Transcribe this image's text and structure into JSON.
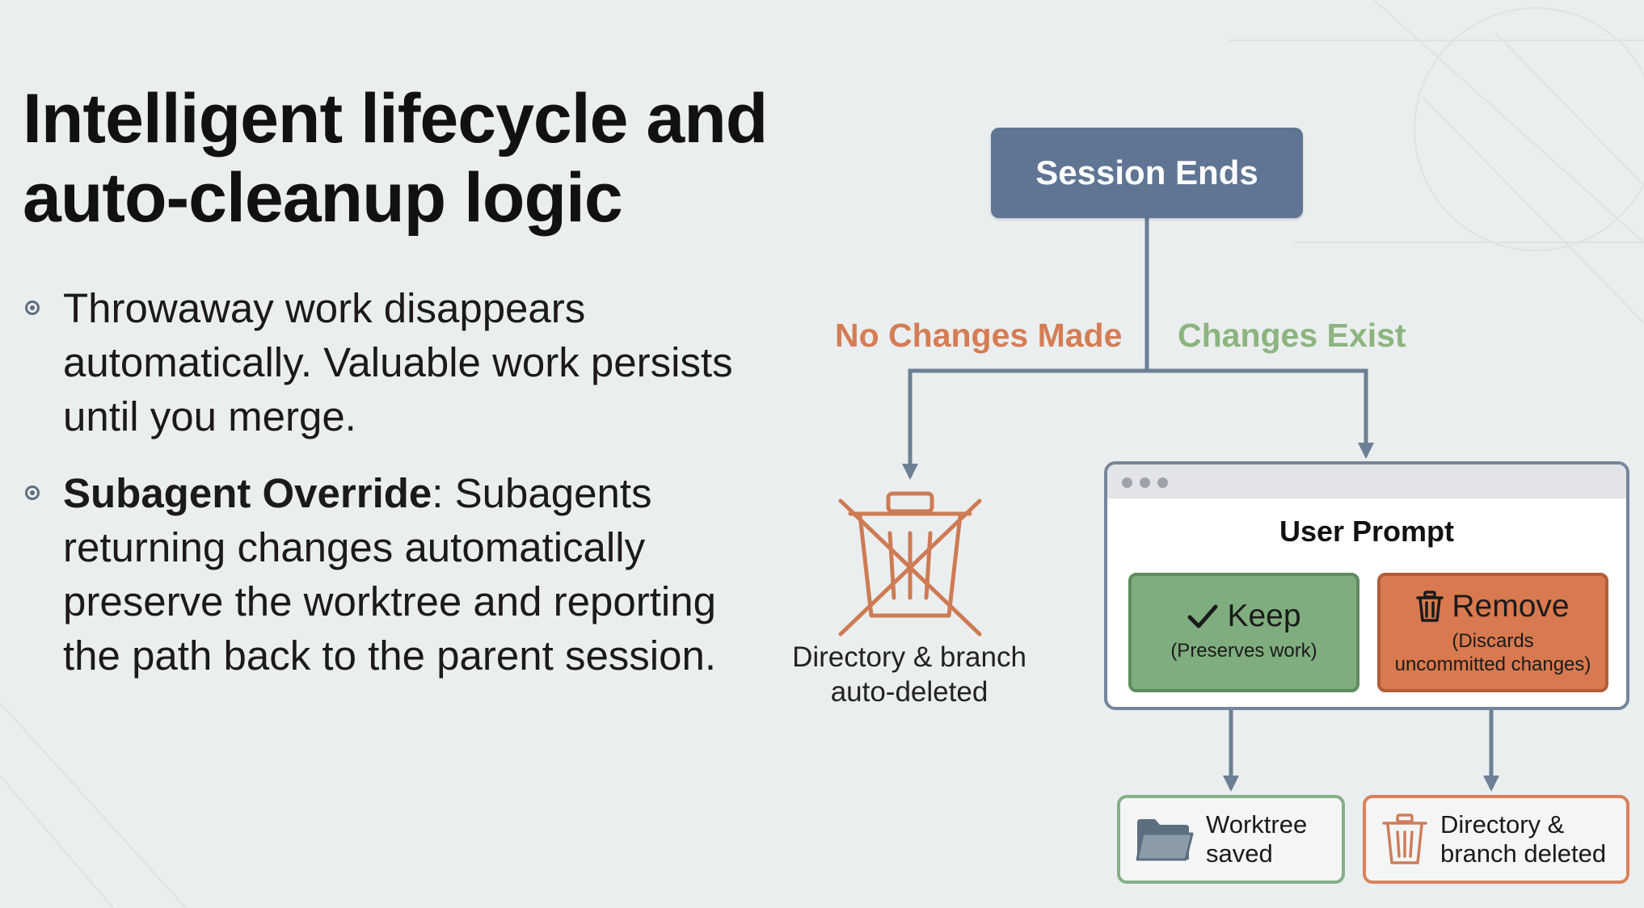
{
  "slide": {
    "title_line1": "Intelligent lifecycle and",
    "title_line2": "auto-cleanup logic",
    "bullets": [
      {
        "text": "Throwaway work disappears automatically. Valuable work persists until you merge."
      },
      {
        "bold": "Subagent Override",
        "text": ": Subagents returning changes automatically preserve the worktree and reporting the path back to the parent session."
      }
    ]
  },
  "flow": {
    "start": "Session Ends",
    "branch_no": "No Changes Made",
    "branch_yes": "Changes Exist",
    "auto_delete_line1": "Directory & branch",
    "auto_delete_line2": "auto-deleted",
    "prompt": {
      "title": "User Prompt",
      "keep_label": "Keep",
      "keep_sub": "(Preserves work)",
      "remove_label": "Remove",
      "remove_sub_line1": "(Discards",
      "remove_sub_line2": "uncommitted changes)"
    },
    "outcome_saved_line1": "Worktree",
    "outcome_saved_line2": "saved",
    "outcome_deleted_line1": "Directory &",
    "outcome_deleted_line2": "branch deleted"
  },
  "icons": {
    "auto_delete": "trash-crossed-icon",
    "keep": "checkmark-icon",
    "remove": "trash-icon",
    "saved": "folder-icon",
    "deleted": "trash-icon"
  },
  "colors": {
    "background": "#ebeeee",
    "session_node": "#5f7593",
    "no_changes": "#d47d55",
    "changes_exist": "#8cb47f",
    "connector": "#6d7f95",
    "keep": "#80ad7f",
    "remove": "#d9794f"
  }
}
